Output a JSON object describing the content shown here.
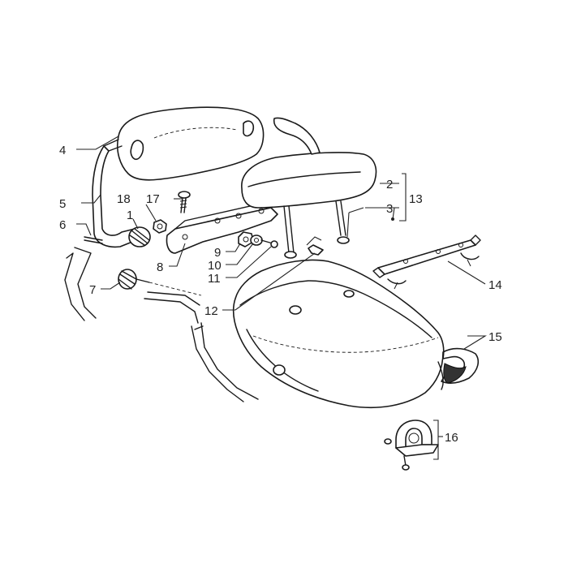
{
  "callouts": {
    "c1": "1",
    "c2": "2",
    "c3": "3",
    "c4": "4",
    "c5": "5",
    "c6": "6",
    "c7": "7",
    "c8": "8",
    "c9": "9",
    "c10": "10",
    "c11": "11",
    "c12": "12",
    "c13": "13",
    "c14": "14",
    "c15": "15",
    "c16": "16",
    "c17": "17",
    "c18": "18"
  },
  "icons": {
    "backrest": "backrest-pad-icon",
    "backrest_support": "backrest-support-arm-icon",
    "headrest": "passenger-headrest-icon",
    "saddle": "saddle-seat-icon",
    "hinge": "seat-hinge-rail-icon",
    "seat_lock": "seat-lock-bracket-icon"
  },
  "colors": {
    "line": "#1a1a1a",
    "background": "#ffffff"
  }
}
